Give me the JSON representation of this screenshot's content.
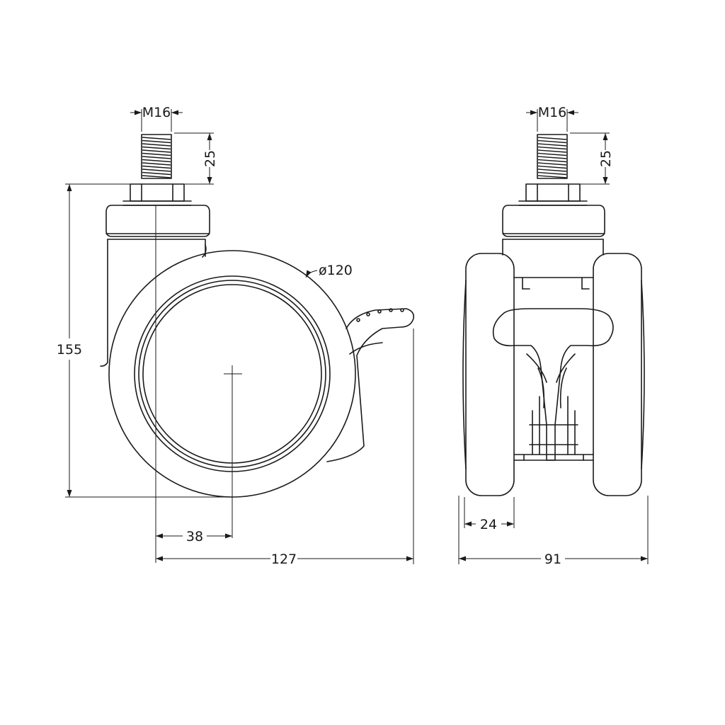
{
  "drawing": {
    "side_view": {
      "thread_dia_label": "M16",
      "thread_len_label": "25",
      "height_label": "155",
      "wheel_dia_label": "ø120",
      "offset_label": "38",
      "length_label": "127"
    },
    "front_view": {
      "thread_dia_label": "M16",
      "thread_len_label": "25",
      "wheel_width_label": "24",
      "total_width_label": "91"
    }
  },
  "colors": {
    "line": "#1a1a1a",
    "background": "#ffffff"
  }
}
